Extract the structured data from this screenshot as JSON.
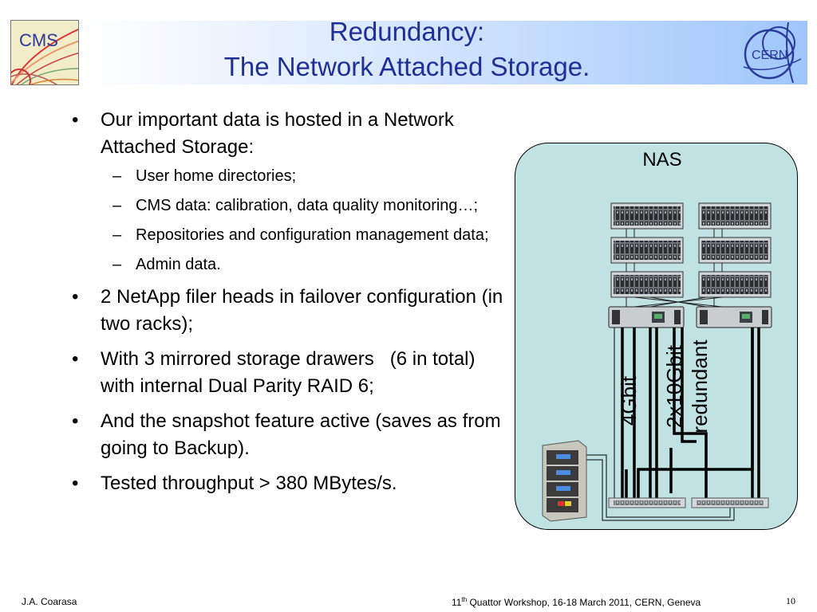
{
  "header": {
    "title_line1": "Redundancy:",
    "title_line2": "The Network Attached Storage.",
    "left_logo_text": "CMS",
    "right_logo_text": "CERN",
    "title_color": "#1f2f96"
  },
  "bullets": [
    {
      "text": "Our important data is hosted in a Network Attached Storage:",
      "sub": [
        "User home directories;",
        "CMS data: calibration, data quality monitoring…;",
        "Repositories and configuration management data;",
        "Admin data."
      ]
    },
    {
      "text": "2 NetApp filer heads in failover configuration (in two racks);"
    },
    {
      "text": "With 3 mirrored storage drawers   (6 in total) with internal Dual Parity RAID 6;"
    },
    {
      "text": "And the snapshot feature active (saves as from going to Backup)."
    },
    {
      "text": "Tested throughput > 380 MBytes/s."
    }
  ],
  "diagram": {
    "box_label": "NAS",
    "link_label_1": "4Gbit",
    "link_label_2": "2x10Gbit",
    "link_label_3": "redundant",
    "box_color": "#c1e2e3"
  },
  "footer": {
    "author": "J.A. Coarasa",
    "event_prefix": "11",
    "event_sup": "th",
    "event_rest": " Quattor Workshop, 16-18 March 2011, CERN, Geneva",
    "page_number": "10"
  }
}
